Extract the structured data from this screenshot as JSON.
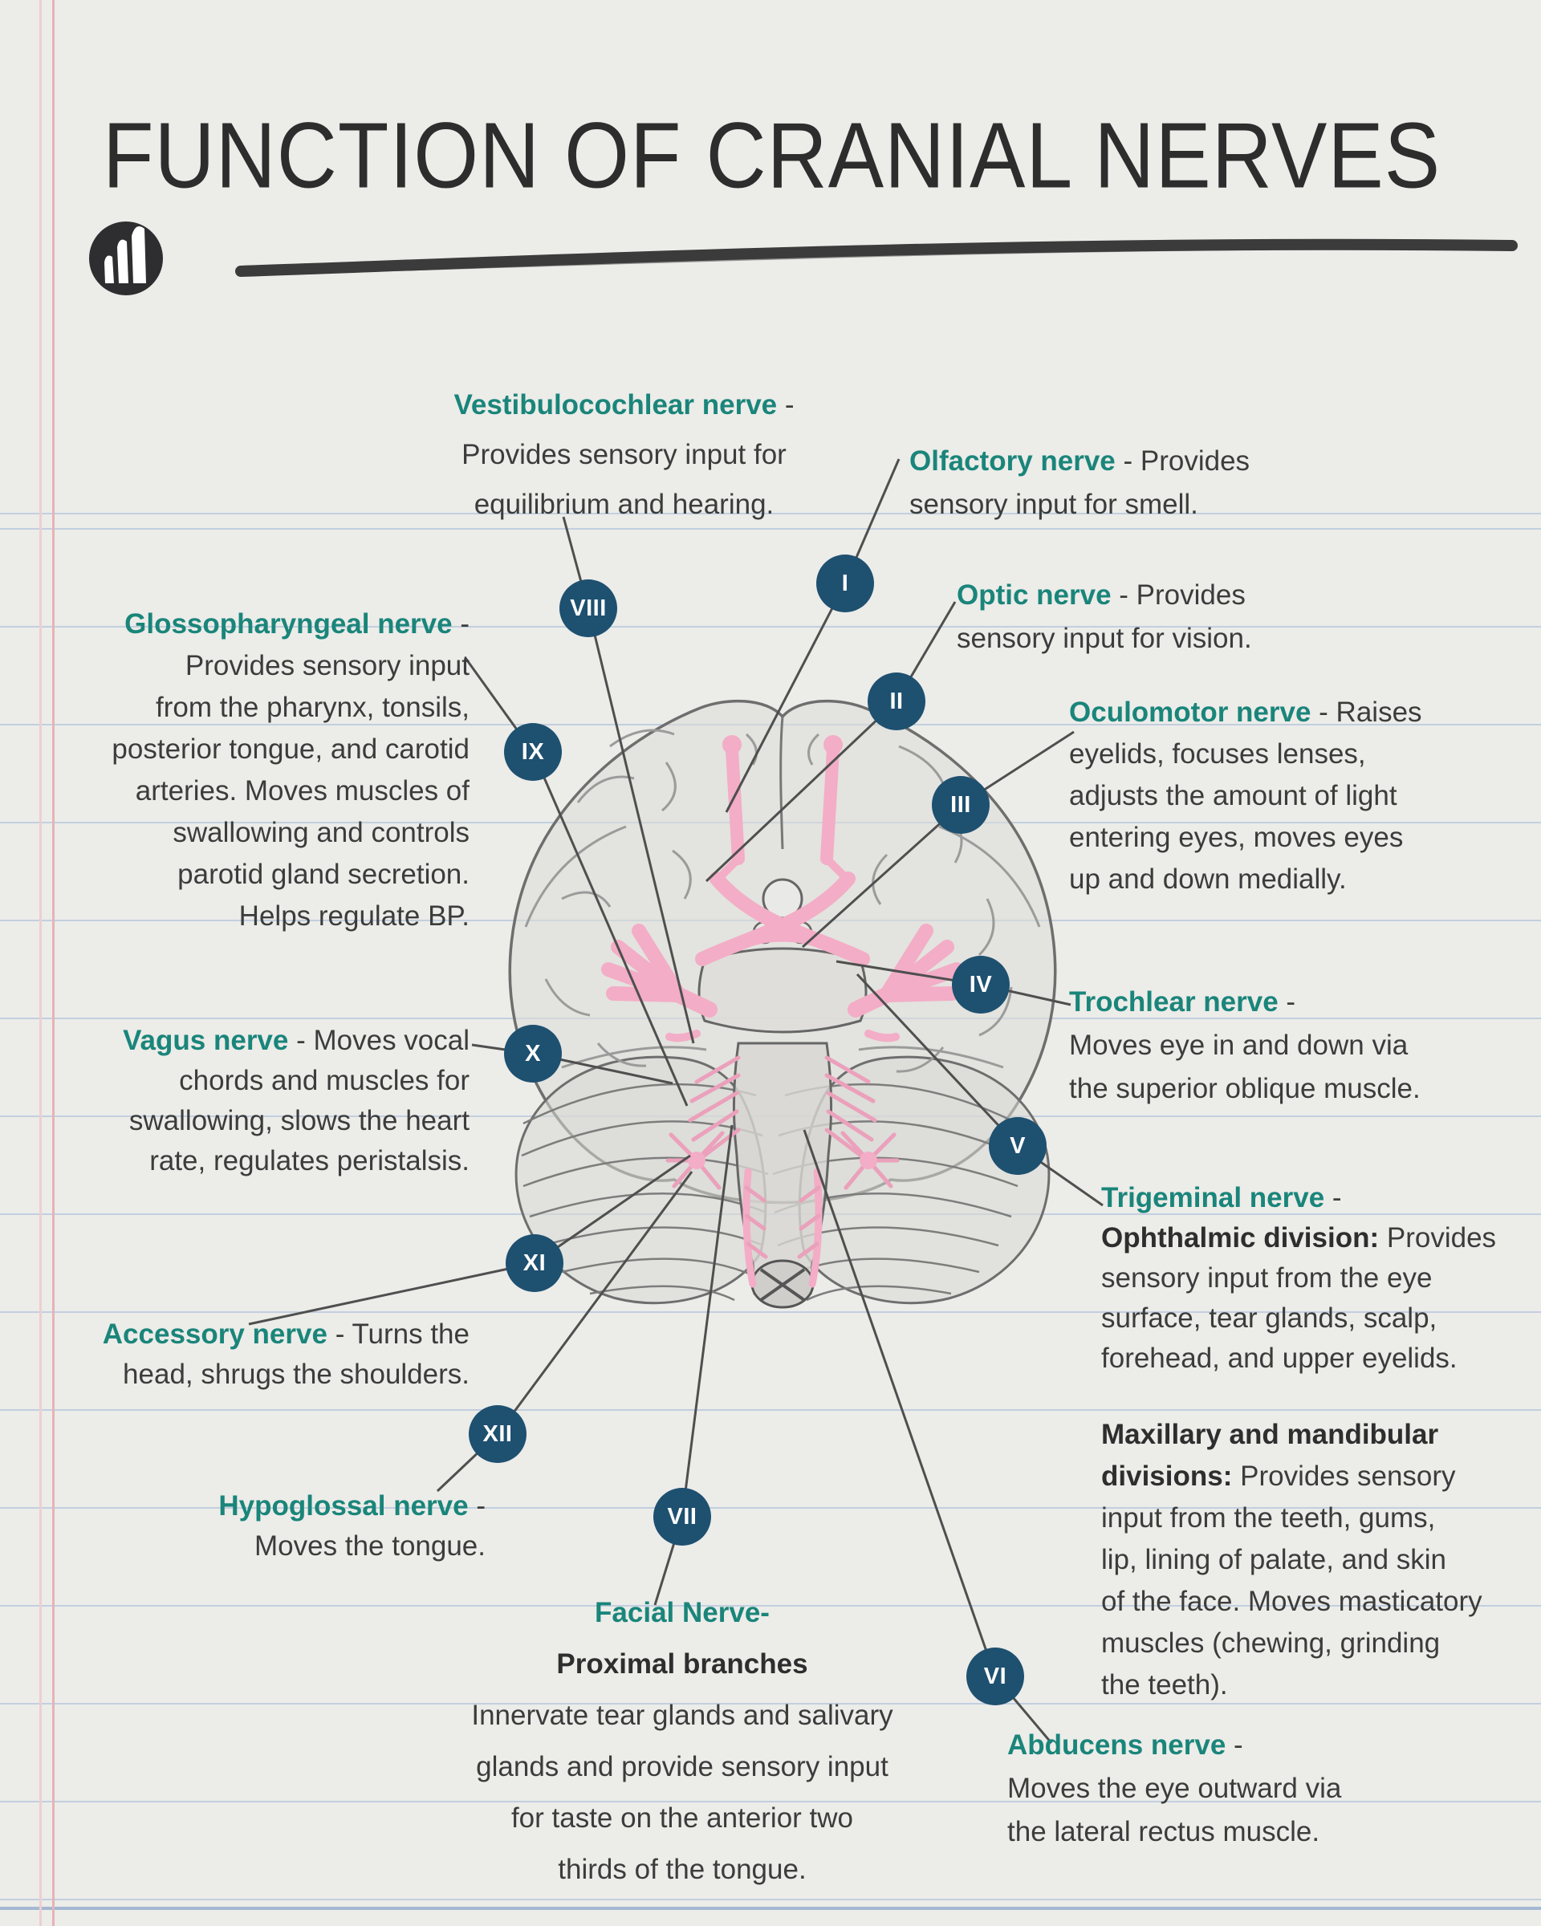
{
  "header": {
    "title": "FUNCTION OF CRANIAL NERVES",
    "logo_icon": "brand-logo"
  },
  "colors": {
    "paper": "#ecece9",
    "rule_blue": "#c2cfdf",
    "margin_pink": "#e5b3b8",
    "teal_name": "#1a857a",
    "ink": "#3c3c3c",
    "badge_blue": "#1e5070",
    "nerve_pink": "#f3adc6",
    "title_ink": "#2d2d2d"
  },
  "badges": {
    "n1": "I",
    "n2": "II",
    "n3": "III",
    "n4": "IV",
    "n5": "V",
    "n6": "VI",
    "n7": "VII",
    "n8": "VIII",
    "n9": "IX",
    "n10": "X",
    "n11": "XI",
    "n12": "XII"
  },
  "nerves": {
    "vestibulocochlear": {
      "name": "Vestibulocochlear nerve",
      "rest": " -",
      "lines": [
        "Provides sensory input for",
        "equilibrium and hearing."
      ]
    },
    "olfactory": {
      "name": "Olfactory nerve",
      "rest": " - Provides",
      "lines": [
        "sensory input for smell."
      ]
    },
    "optic": {
      "name": "Optic nerve",
      "rest": " - Provides",
      "lines": [
        "sensory input for vision."
      ]
    },
    "glossopharyngeal": {
      "name": "Glossopharyngeal nerve",
      "rest": " -",
      "lines": [
        "Provides sensory input",
        "from the pharynx, tonsils,",
        "posterior tongue, and carotid",
        "arteries. Moves muscles of",
        "swallowing and controls",
        "parotid gland secretion.",
        "Helps regulate BP."
      ]
    },
    "oculomotor": {
      "name": "Oculomotor nerve",
      "rest": " - Raises",
      "lines": [
        "eyelids, focuses lenses,",
        "adjusts the amount of light",
        "entering eyes, moves eyes",
        "up and down medially."
      ]
    },
    "trochlear": {
      "name": "Trochlear nerve",
      "rest": " -",
      "lines": [
        "Moves eye in and down via",
        "the superior oblique muscle."
      ]
    },
    "vagus": {
      "name": "Vagus nerve",
      "rest": " - Moves vocal",
      "lines": [
        "chords and muscles for",
        "swallowing, slows the heart",
        "rate, regulates peristalsis."
      ]
    },
    "trigeminal": {
      "name": "Trigeminal nerve",
      "rest": " -",
      "bold1": "Ophthalmic division:",
      "rest1": " Provides",
      "lines": [
        "sensory input from the eye",
        "surface, tear glands, scalp,",
        "forehead, and upper eyelids."
      ]
    },
    "maxillary": {
      "bold0": "Maxillary and mandibular",
      "bold1": "divisions:",
      "rest1": " Provides sensory",
      "lines": [
        "input from the teeth, gums,",
        "lip, lining of palate, and skin",
        "of the face. Moves masticatory",
        "muscles (chewing, grinding",
        "the teeth)."
      ]
    },
    "accessory": {
      "name": "Accessory nerve",
      "rest": " - Turns the",
      "lines": [
        "head, shrugs the shoulders."
      ]
    },
    "hypoglossal": {
      "name": "Hypoglossal nerve",
      "rest": " -",
      "lines": [
        "Moves the tongue."
      ]
    },
    "facial": {
      "name": "Facial Nerve-",
      "bold1": "Proximal branches",
      "lines": [
        "Innervate tear glands and salivary",
        "glands and provide sensory input",
        "for taste on the anterior two",
        "thirds of the tongue."
      ]
    },
    "abducens": {
      "name": "Abducens nerve",
      "rest": " -",
      "lines": [
        "Moves the eye outward via",
        "the lateral rectus muscle."
      ]
    }
  }
}
